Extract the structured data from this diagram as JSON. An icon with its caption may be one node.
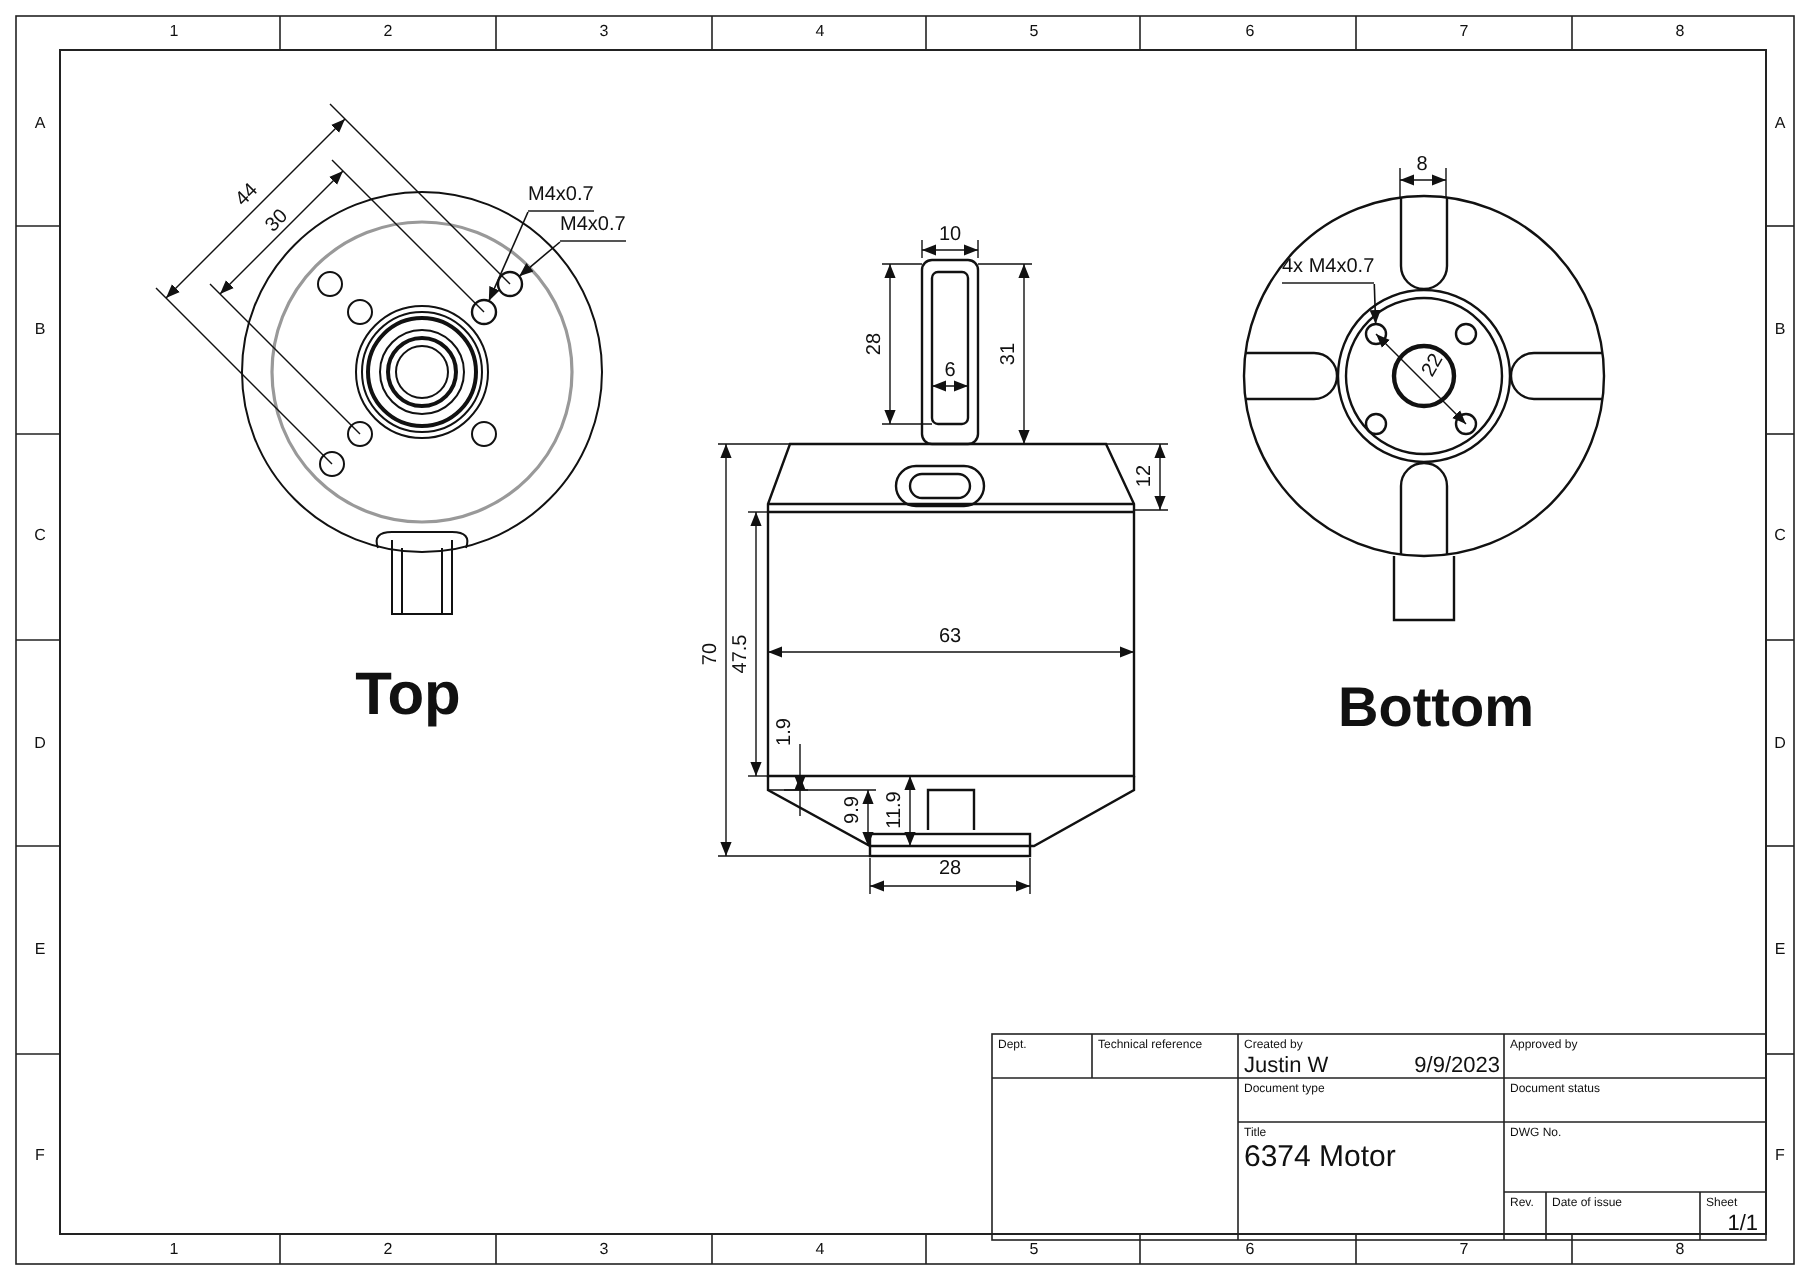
{
  "diagram": {
    "nodes": [
      {
        "text": [
          "M4x0.7"
        ]
      },
      {
        "text": [
          "M4x0.7"
        ]
      },
      {
        "text": [],
        "shape": "circle"
      },
      {
        "text": [],
        "shape": "circle"
      },
      {
        "text": [
          "4x M4x0.7"
        ]
      },
      {
        "text": [],
        "shape": "circle"
      }
    ],
    "edges": [
      {
        "from": 0,
        "to": 2,
        "arrow": "to"
      },
      {
        "from": 1,
        "to": 3,
        "arrow": "to"
      },
      {
        "from": 4,
        "to": 5,
        "arrow": "to"
      }
    ],
    "labels": [
      "1",
      "2",
      "3",
      "4",
      "5",
      "6",
      "7",
      "8",
      "A",
      "B",
      "C",
      "D",
      "E",
      "F",
      "A",
      "B",
      "C",
      "D",
      "E",
      "F",
      "1",
      "2",
      "3",
      "4",
      "5",
      "6",
      "7",
      "8",
      "44",
      "30",
      "10",
      "28",
      "6",
      "31",
      "12",
      "70",
      "47.5",
      "63",
      "1.9",
      "9.9",
      "11.9",
      "28",
      "8",
      "22",
      "Top",
      "Bottom",
      "Dept.",
      "Technical reference",
      "Created by",
      "Justin W",
      "9/9/2023",
      "Approved by",
      "Document type",
      "Document status",
      "Title",
      "6374 Motor",
      "DWG No.",
      "Rev.",
      "Date of issue",
      "Sheet",
      "1/1"
    ]
  }
}
